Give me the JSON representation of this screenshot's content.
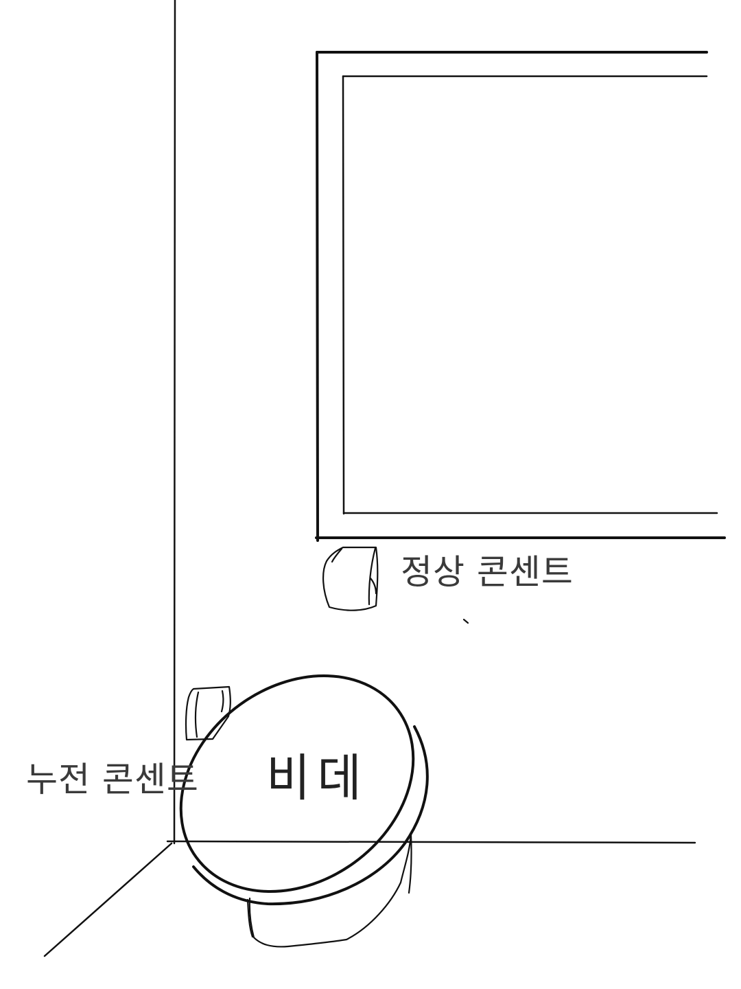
{
  "labels": {
    "normal_outlet": "정상 콘센트",
    "gfci_outlet": "누전 콘센트",
    "bidet": "비데"
  },
  "colors": {
    "background": "#ffffff",
    "line": "#111111",
    "text": "#3a3a3a"
  }
}
